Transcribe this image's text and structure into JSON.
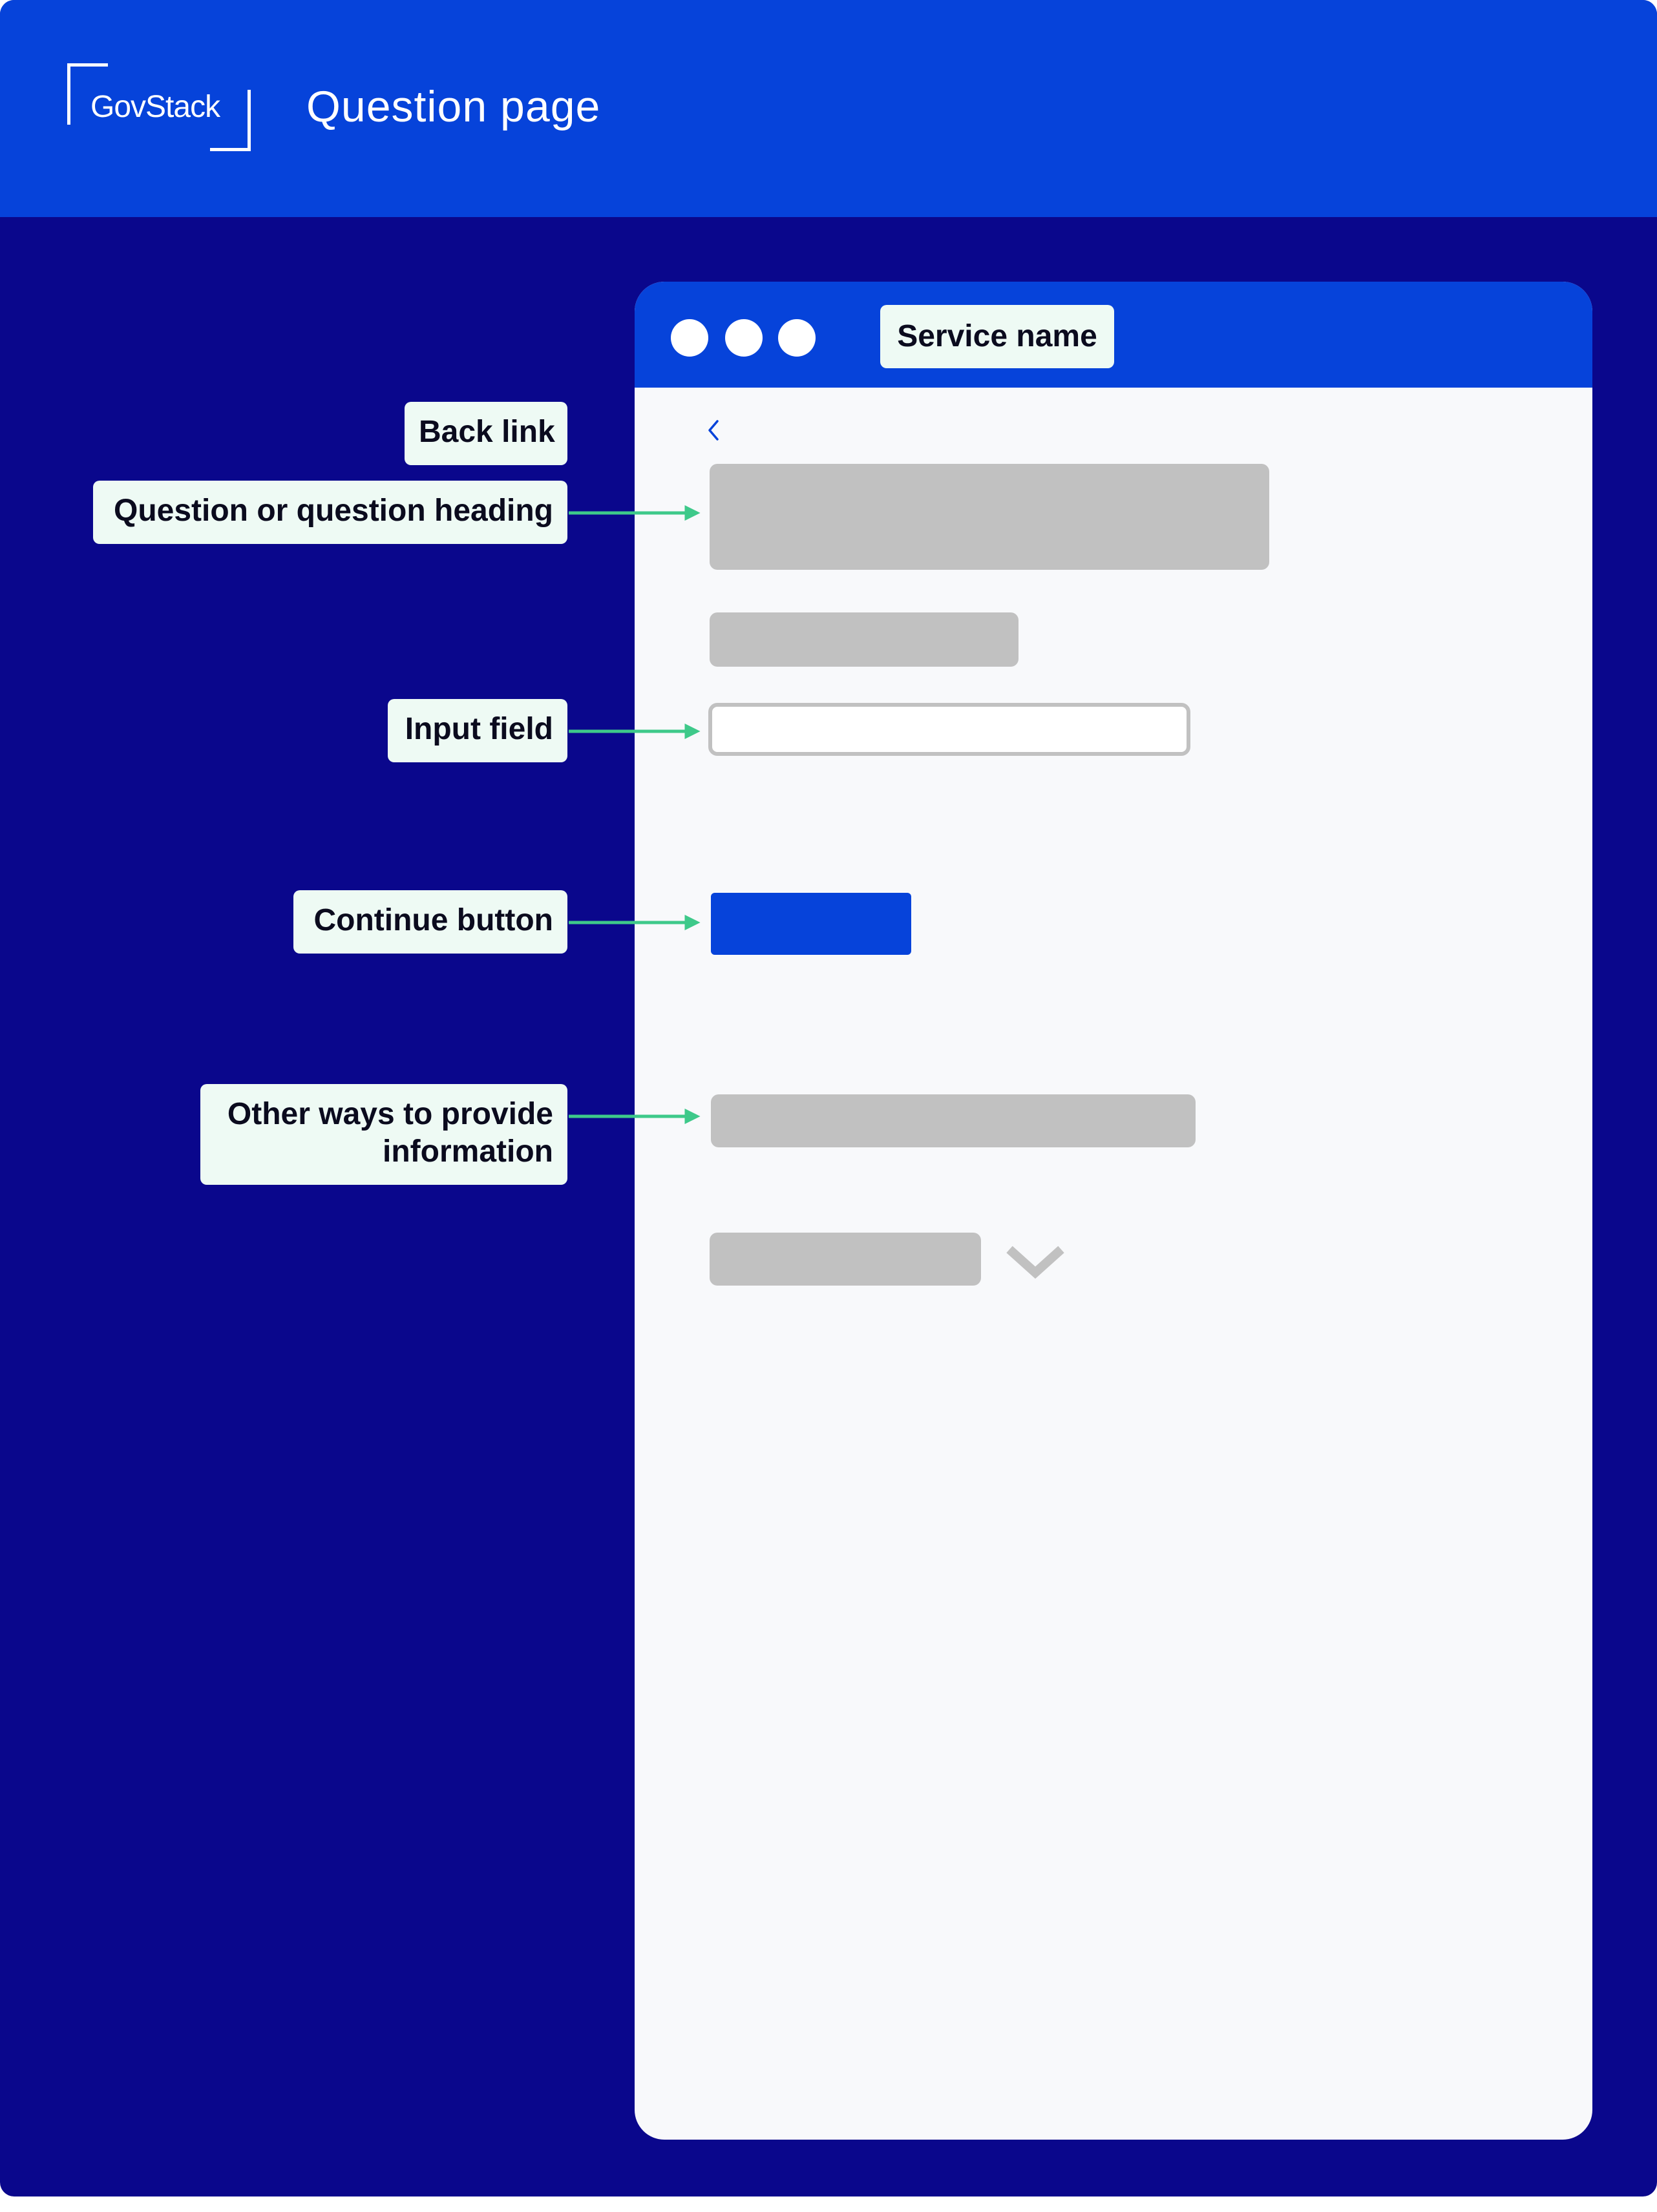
{
  "header": {
    "logo_text": "GovStack",
    "title": "Question page"
  },
  "browser": {
    "service_name": "Service name",
    "back_link_icon": "chevron-left-icon",
    "expand_icon": "chevron-down-icon"
  },
  "annotations": {
    "back_link": "Back link",
    "question_heading": "Question or question heading",
    "input_field": "Input field",
    "continue_button": "Continue button",
    "other_ways_line1": "Other ways to provide",
    "other_ways_line2": "information"
  },
  "colors": {
    "background": "#0a078c",
    "header": "#0643da",
    "label_background": "#eefaf4",
    "connector": "#3ec98a",
    "placeholder": "#c1c1c1",
    "page": "#f8f9fb",
    "button": "#0643da"
  }
}
